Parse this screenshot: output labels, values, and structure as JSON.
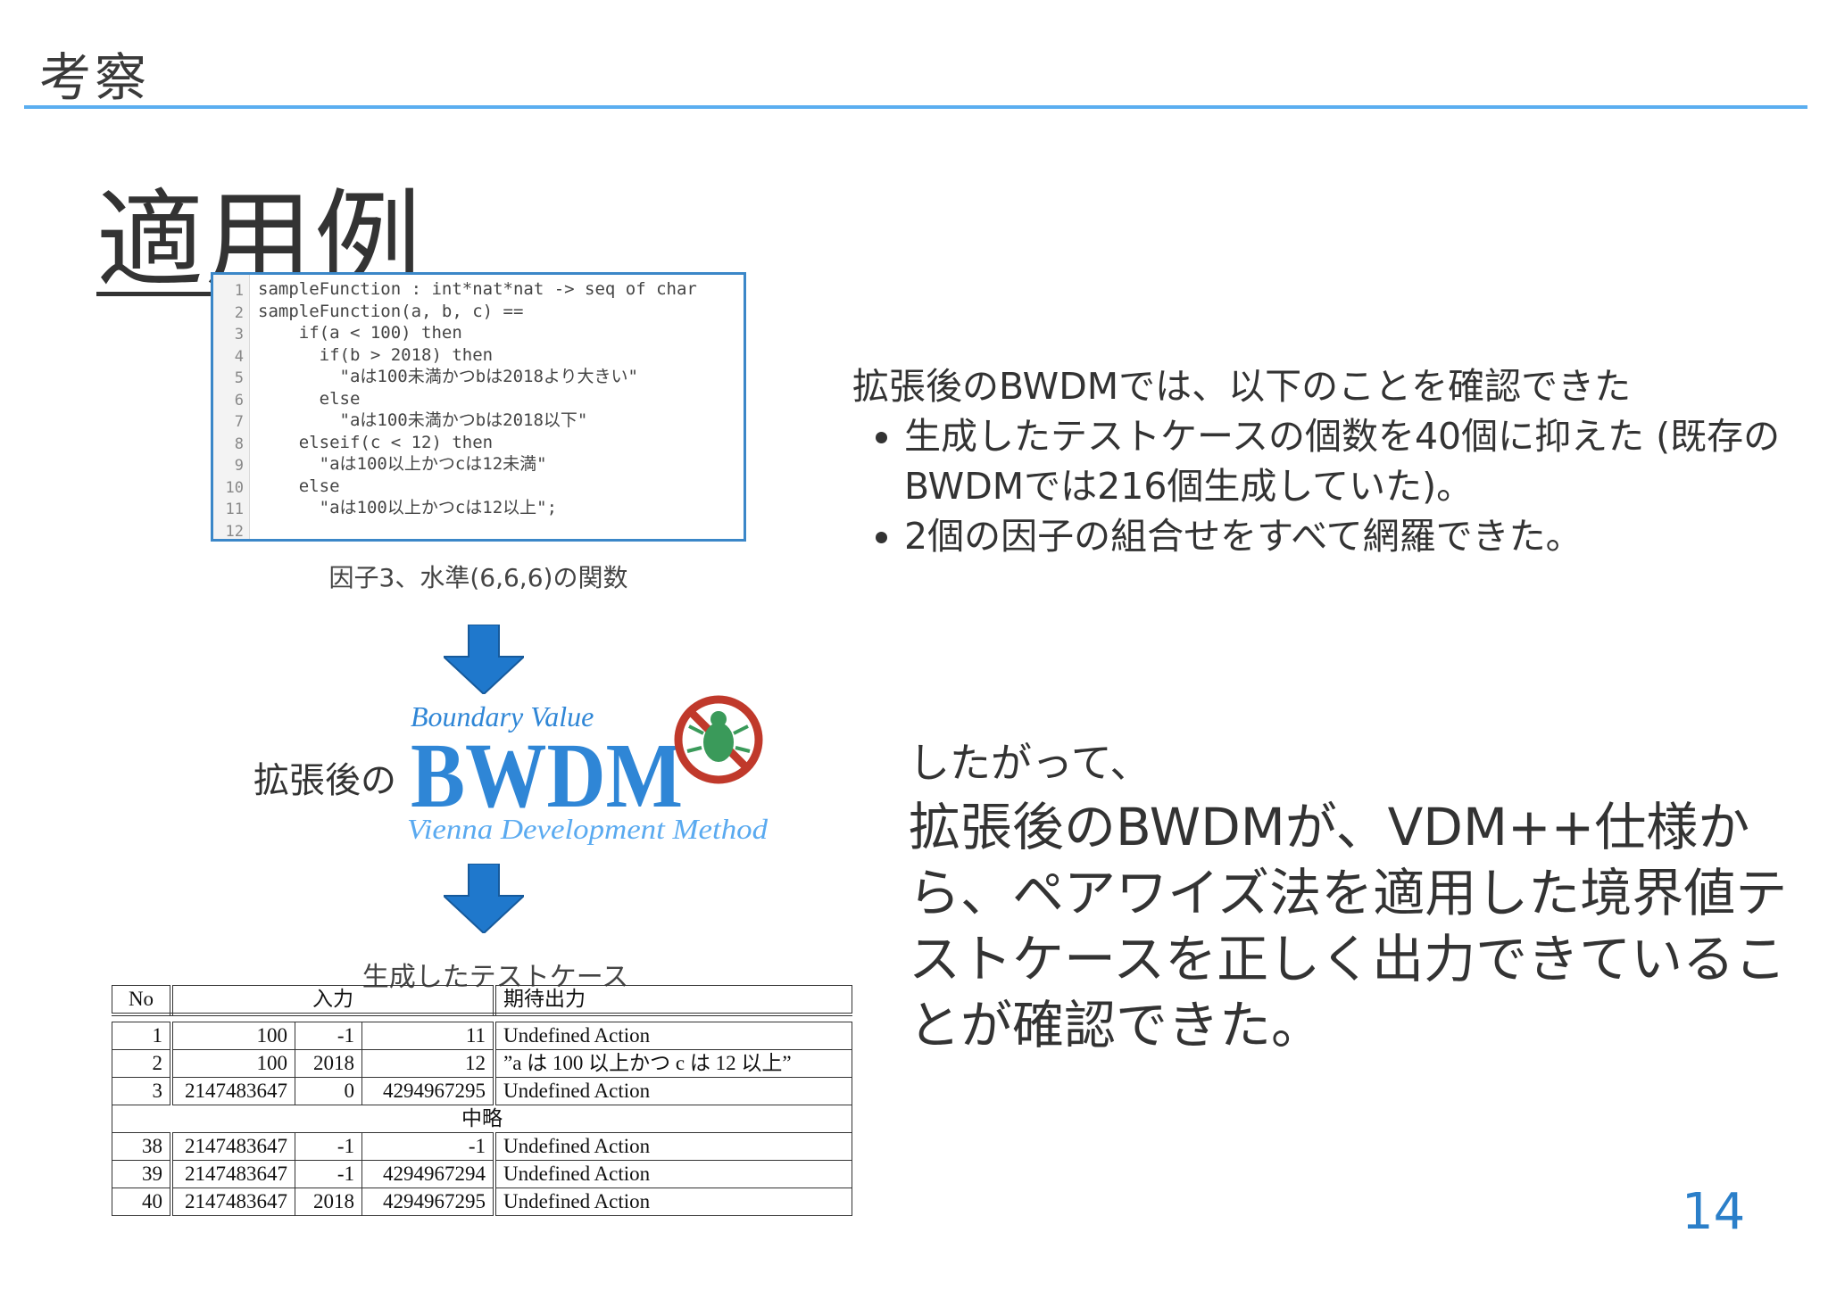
{
  "header": {
    "title": "考察"
  },
  "main": {
    "title": "適用例"
  },
  "code": {
    "lines": [
      {
        "n": "1",
        "text": "sampleFunction : int*nat*nat -> seq of char"
      },
      {
        "n": "2",
        "text": "sampleFunction(a, b, c) =="
      },
      {
        "n": "3",
        "text": "    if(a < 100) then"
      },
      {
        "n": "4",
        "text": "      if(b > 2018) then"
      },
      {
        "n": "5",
        "text": "        \"aは100未満かつbは2018より大きい\""
      },
      {
        "n": "6",
        "text": "      else"
      },
      {
        "n": "7",
        "text": "        \"aは100未満かつbは2018以下\""
      },
      {
        "n": "8",
        "text": "    elseif(c < 12) then"
      },
      {
        "n": "9",
        "text": "      \"aは100以上かつcは12未満\""
      },
      {
        "n": "10",
        "text": "    else"
      },
      {
        "n": "11",
        "text": "      \"aは100以上かつcは12以上\";"
      },
      {
        "n": "12",
        "text": ""
      }
    ],
    "caption": "因子3、水準(6,6,6)の関数"
  },
  "bwdm": {
    "prefix": "拡張後の",
    "logo_top": "Boundary Value",
    "logo_main": "BWDM",
    "logo_bottom": "Vienna Development Method",
    "colors": {
      "blue": "#2f86d6",
      "light_blue": "#5aaaf0",
      "red": "#c0392b",
      "green": "#3a9a5a"
    }
  },
  "table": {
    "caption": "生成したテストケース",
    "headers": {
      "no": "No",
      "input": "入力",
      "expected": "期待出力"
    },
    "rows_top": [
      {
        "no": "1",
        "a": "100",
        "b": "-1",
        "c": "11",
        "out": "Undefined Action"
      },
      {
        "no": "2",
        "a": "100",
        "b": "2018",
        "c": "12",
        "out": "”a は 100 以上かつ c は 12 以上”"
      },
      {
        "no": "3",
        "a": "2147483647",
        "b": "0",
        "c": "4294967295",
        "out": "Undefined Action"
      }
    ],
    "omitted": "中略",
    "rows_bottom": [
      {
        "no": "38",
        "a": "2147483647",
        "b": "-1",
        "c": "-1",
        "out": "Undefined Action"
      },
      {
        "no": "39",
        "a": "2147483647",
        "b": "-1",
        "c": "4294967294",
        "out": "Undefined Action"
      },
      {
        "no": "40",
        "a": "2147483647",
        "b": "2018",
        "c": "4294967295",
        "out": "Undefined Action"
      }
    ]
  },
  "findings": {
    "intro": "拡張後のBWDMでは、以下のことを確認できた",
    "bullets": [
      "生成したテストケースの個数を40個に抑えた (既存のBWDMでは216個生成していた)。",
      "2個の因子の組合せをすべて網羅できた。"
    ]
  },
  "conclusion": {
    "lead": "したがって、",
    "body": "拡張後のBWDMが、VDM++仕様から、ペアワイズ法を適用した境界値テストケースを正しく出力できていることが確認できた。"
  },
  "page_number": "14"
}
